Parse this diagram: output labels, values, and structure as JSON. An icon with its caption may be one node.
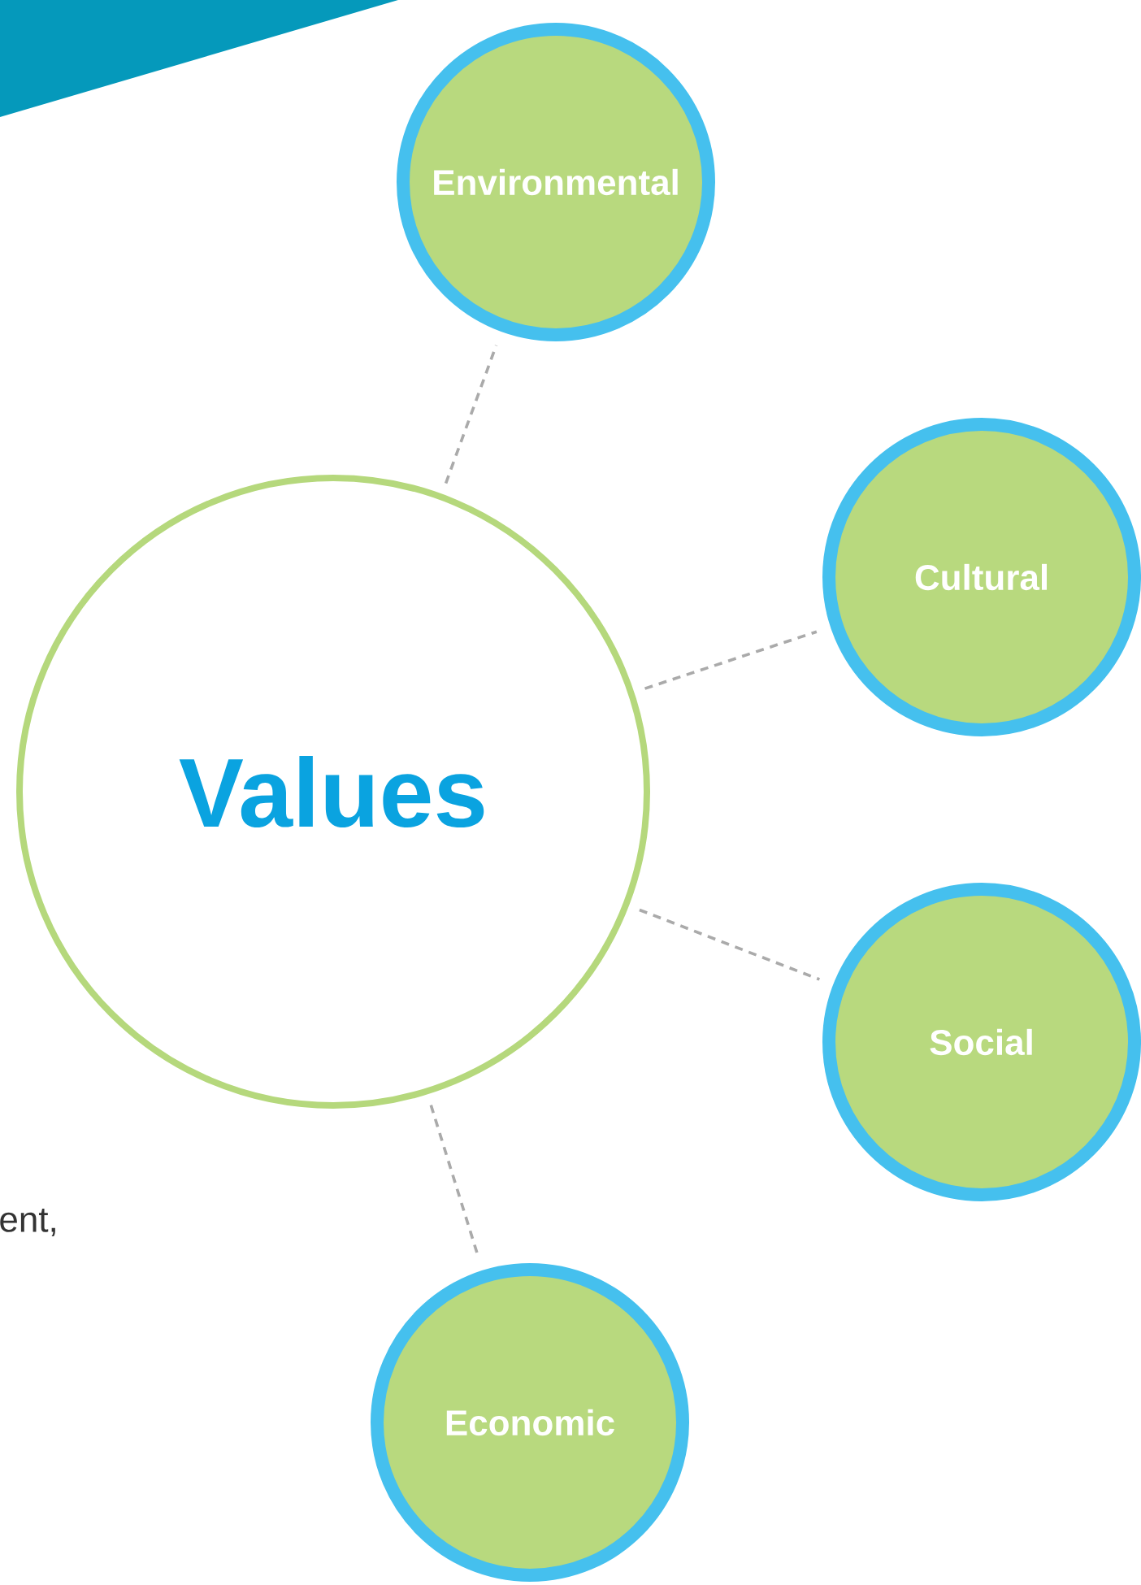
{
  "diagram": {
    "nodes": [
      {
        "text": [
          "Values"
        ]
      },
      {
        "text": [
          "Environmental"
        ]
      },
      {
        "text": [
          "Cultural"
        ]
      },
      {
        "text": [
          "Social"
        ]
      },
      {
        "text": [
          "Economic"
        ]
      }
    ],
    "edges": [
      {
        "from": 0,
        "to": 1,
        "arrow": "none",
        "style": "dashed"
      },
      {
        "from": 0,
        "to": 2,
        "arrow": "none",
        "style": "dashed"
      },
      {
        "from": 0,
        "to": 3,
        "arrow": "none",
        "style": "dashed"
      },
      {
        "from": 0,
        "to": 4,
        "arrow": "none",
        "style": "dashed"
      }
    ],
    "labels": [
      "ent,"
    ]
  }
}
